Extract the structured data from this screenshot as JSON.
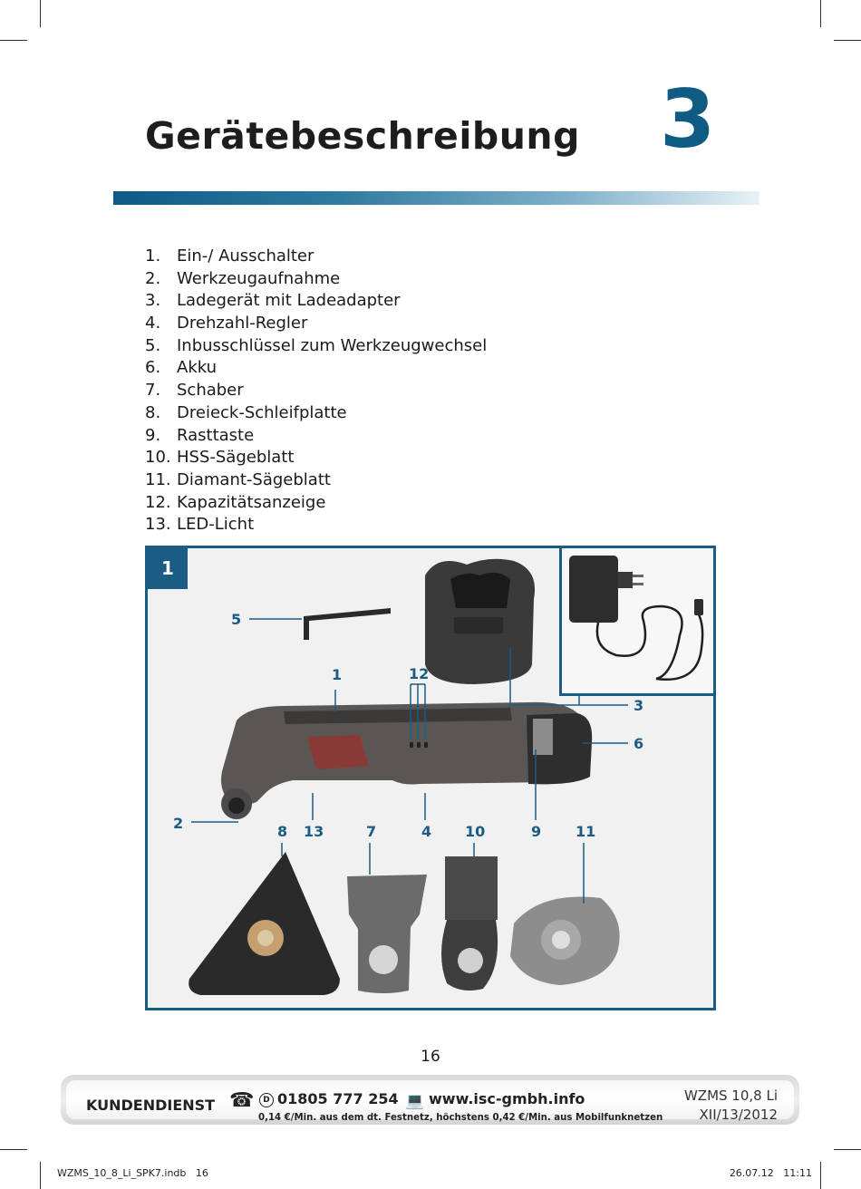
{
  "header": {
    "title": "Gerätebeschreibung",
    "chapter_number": "3"
  },
  "parts_list": [
    {
      "num": "1.",
      "label": "Ein-/ Ausschalter"
    },
    {
      "num": "2.",
      "label": "Werkzeugaufnahme"
    },
    {
      "num": "3.",
      "label": "Ladegerät mit Ladeadapter"
    },
    {
      "num": "4.",
      "label": "Drehzahl-Regler"
    },
    {
      "num": "5.",
      "label": "Inbusschlüssel zum Werkzeugwechsel"
    },
    {
      "num": "6.",
      "label": "Akku"
    },
    {
      "num": "7.",
      "label": "Schaber"
    },
    {
      "num": "8.",
      "label": "Dreieck-Schleifplatte"
    },
    {
      "num": "9.",
      "label": "Rasttaste"
    },
    {
      "num": "10.",
      "label": "HSS-Sägeblatt"
    },
    {
      "num": "11.",
      "label": "Diamant-Sägeblatt"
    },
    {
      "num": "12.",
      "label": "Kapazitätsanzeige"
    },
    {
      "num": "13.",
      "label": "LED-Licht"
    }
  ],
  "figure": {
    "number": "1",
    "callouts": {
      "c1": "1",
      "c2": "2",
      "c3": "3",
      "c4": "4",
      "c5": "5",
      "c6": "6",
      "c7": "7",
      "c8": "8",
      "c9": "9",
      "c10": "10",
      "c11": "11",
      "c12": "12",
      "c13": "13"
    },
    "colors": {
      "accent": "#1a5c84"
    }
  },
  "page_number": "16",
  "footer": {
    "service_label": "KUNDENDIENST",
    "phone": "01805 777 254",
    "website": "www.isc-gmbh.info",
    "rates": "0,14 €/Min. aus dem dt. Festnetz, höchstens 0,42 €/Min. aus Mobilfunknetzen",
    "model_line1": "WZMS 10,8 Li",
    "model_line2": "XII/13/2012"
  },
  "print_slug": {
    "file": "WZMS_10_8_Li_SPK7.indb   16",
    "timestamp": "26.07.12   11:11"
  }
}
